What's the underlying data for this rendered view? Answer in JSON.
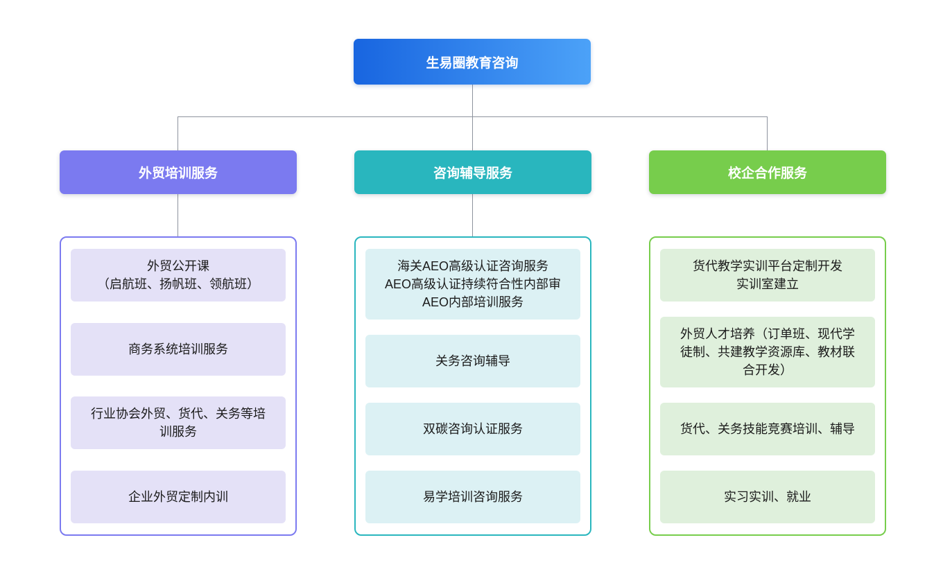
{
  "root": {
    "label": "生易圈教育咨询"
  },
  "branches": [
    {
      "label": "外贸培训服务",
      "items": [
        "外贸公开课\n（启航班、扬帆班、领航班）",
        "商务系统培训服务",
        "行业协会外贸、货代、关务等培\n训服务",
        "企业外贸定制内训"
      ]
    },
    {
      "label": "咨询辅导服务",
      "items": [
        "海关AEO高级认证咨询服务\nAEO高级认证持续符合性内部审\nAEO内部培训服务",
        "关务咨询辅导",
        "双碳咨询认证服务",
        "易学培训咨询服务"
      ]
    },
    {
      "label": "校企合作服务",
      "items": [
        "货代教学实训平台定制开发\n实训室建立",
        "外贸人才培养（订单班、现代学\n徒制、共建教学资源库、教材联\n合开发）",
        "货代、关务技能竞赛培训、辅导",
        "实习实训、就业"
      ]
    }
  ],
  "colors": {
    "root-from": "#1865E0",
    "root-to": "#4CA2F8",
    "branch0": "#7B7AF0",
    "branch1": "#29B6BE",
    "branch2": "#77CD4C",
    "card0": "#E4E1F7",
    "card1": "#DCF1F4",
    "card2": "#DFF0DC",
    "line-color": "#8D939E"
  }
}
